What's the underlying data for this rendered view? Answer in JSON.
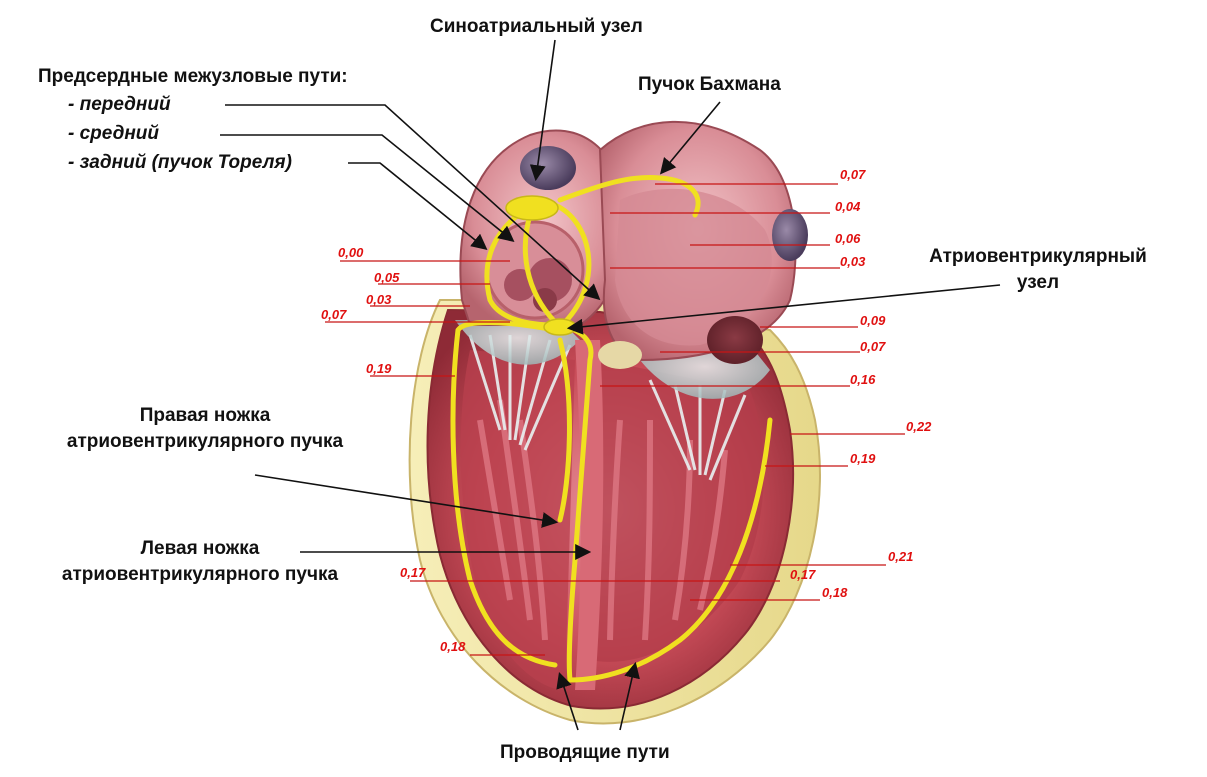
{
  "labels": {
    "sa_node": "Синоатриальный узел",
    "bachmann": "Пучок Бахмана",
    "internodal_title": "Предсердные межузловые пути:",
    "anterior": "- передний",
    "middle": "- средний",
    "posterior": "- задний (пучок Тореля)",
    "av_node_line1": "Атриовентрикулярный",
    "av_node_line2": "узел",
    "right_bundle_line1": "Правая ножка",
    "right_bundle_line2": "атриовентрикулярного пучка",
    "left_bundle_line1": "Левая ножка",
    "left_bundle_line2": "атриовентрикулярного пучка",
    "conduction": "Проводящие пути"
  },
  "values": {
    "v1": "0,07",
    "v2": "0,04",
    "v3": "0,06",
    "v4": "0,03",
    "v5": "0,00",
    "v6": "0,05",
    "v7": "0,03",
    "v8": "0,07",
    "v9": "0,09",
    "v10": "0,07",
    "v11": "0,19",
    "v12": "0,16",
    "v13": "0,22",
    "v14": "0,19",
    "v15": "0,21",
    "v16": "0,17",
    "v17": "0,17",
    "v18": "0,18",
    "v19": "0,18"
  },
  "colors": {
    "value_text": "#e01010",
    "value_line": "#c81414",
    "conduction_path": "#f0e020",
    "myocardium": "#c8464e",
    "epicardium_fat": "#f2e6a0",
    "atrium_wall": "#e2a0a8"
  }
}
